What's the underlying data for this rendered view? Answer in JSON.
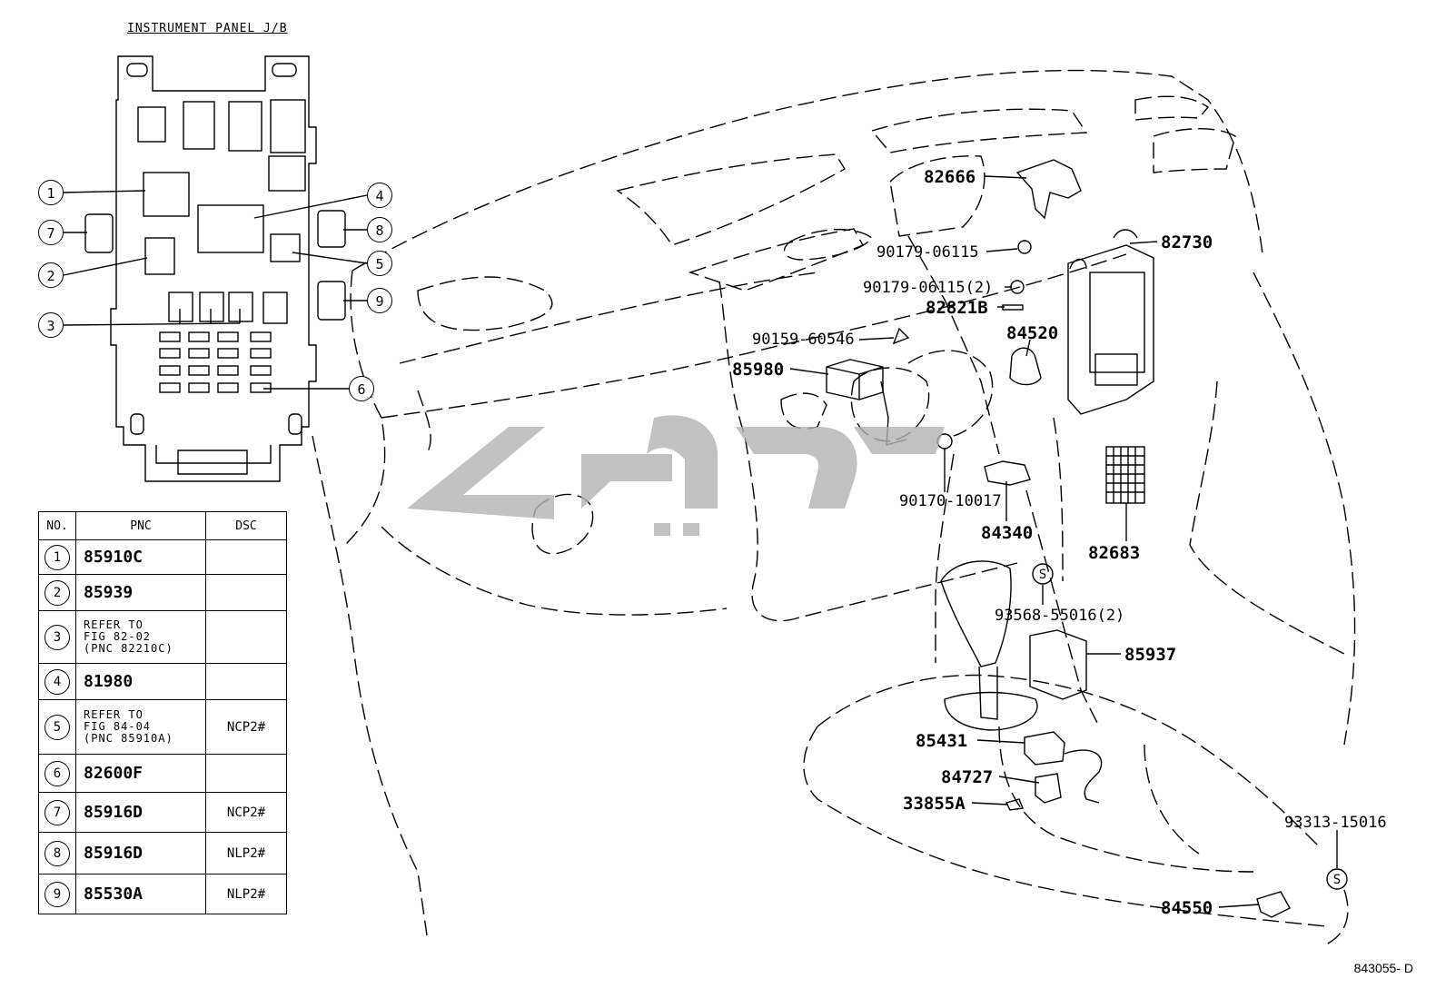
{
  "panel_title": "INSTRUMENT PANEL J/B",
  "callouts": [
    "1",
    "7",
    "2",
    "3",
    "4",
    "8",
    "5",
    "9",
    "6"
  ],
  "table": {
    "headers": [
      "NO.",
      "PNC",
      "DSC"
    ],
    "rows": [
      {
        "no": "1",
        "pnc": "85910C",
        "dsc": ""
      },
      {
        "no": "2",
        "pnc": "85939",
        "dsc": ""
      },
      {
        "no": "3",
        "pnc_lines": [
          "REFER TO",
          "FIG 82-02",
          "(PNC 82210C)"
        ],
        "dsc": ""
      },
      {
        "no": "4",
        "pnc": "81980",
        "dsc": ""
      },
      {
        "no": "5",
        "pnc_lines": [
          "REFER TO",
          "FIG 84-04",
          "(PNC 85910A)"
        ],
        "dsc": "NCP2#"
      },
      {
        "no": "6",
        "pnc": "82600F",
        "dsc": ""
      },
      {
        "no": "7",
        "pnc": "85916D",
        "dsc": "NCP2#"
      },
      {
        "no": "8",
        "pnc": "85916D",
        "dsc": "NLP2#"
      },
      {
        "no": "9",
        "pnc": "85530A",
        "dsc": "NLP2#"
      }
    ]
  },
  "parts": {
    "p82666": "82666",
    "p82730": "82730",
    "p90179a": "90179-06115",
    "p90179b": "90179-06115(2)",
    "p82821b": "82821B",
    "p84520": "84520",
    "p90159": "90159-60546",
    "p85980": "85980",
    "p90170": "90170-10017",
    "p84340": "84340",
    "p82683": "82683",
    "p93568": "93568-55016(2)",
    "p85937": "85937",
    "p85431": "85431",
    "p84727": "84727",
    "p33855a": "33855A",
    "p93313": "93313-15016",
    "p84550": "84550"
  },
  "diagram_ref": "843055- D"
}
